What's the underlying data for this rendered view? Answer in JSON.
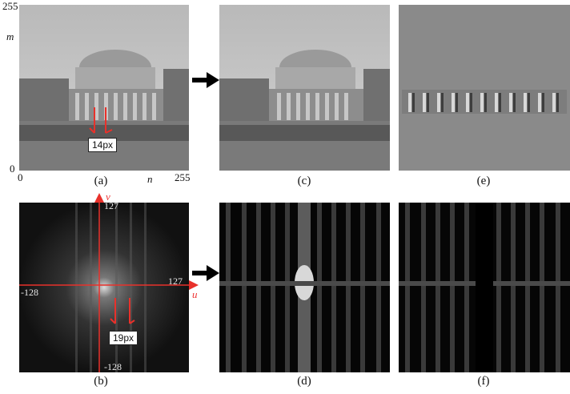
{
  "panels": {
    "a": {
      "caption": "(a)"
    },
    "b": {
      "caption": "(b)"
    },
    "c": {
      "caption": "(c)"
    },
    "d": {
      "caption": "(d)"
    },
    "e": {
      "caption": "(e)"
    },
    "f": {
      "caption": "(f)"
    }
  },
  "spatial_axes": {
    "y_label": "m",
    "x_label": "n",
    "y_top": "255",
    "origin": "0",
    "x_origin": "0",
    "x_right": "255"
  },
  "spatial_annotation": {
    "text": "14px"
  },
  "freq_axes": {
    "v_label": "v",
    "u_label": "u",
    "v_top": "127",
    "v_bottom": "-128",
    "u_right": "127",
    "u_left": "-128"
  },
  "freq_annotation": {
    "text": "19px"
  },
  "colors": {
    "annotation": "#e8312b",
    "arrow": "#000000"
  }
}
